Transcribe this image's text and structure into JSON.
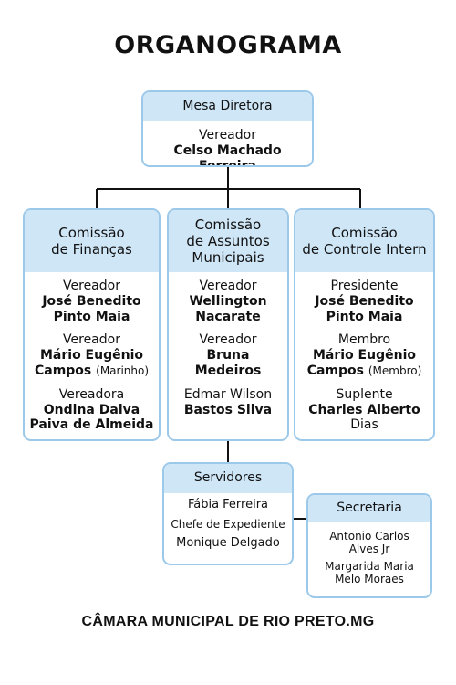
{
  "title": "ORGANOGRAMA",
  "footer": "CÂMARA MUNICIPAL DE RIO PRETO.MG",
  "mesa": {
    "header": "Mesa Diretora",
    "role": "Vereador",
    "name": "Celso Machado Ferreira"
  },
  "financas": {
    "header": [
      "Comissão",
      "de Finanças"
    ],
    "members": [
      {
        "role": "Vereador",
        "name": [
          "José Benedito",
          "Pinto Maia"
        ]
      },
      {
        "role": "Vereador",
        "name": [
          "Mário Eugênio",
          "Campos"
        ],
        "note": "(Marinho)"
      },
      {
        "role": "Vereadora",
        "name": [
          "Ondina Dalva",
          "Paiva de Almeida"
        ]
      }
    ]
  },
  "municipais": {
    "header": [
      "Comissão",
      "de Assuntos",
      "Municipais"
    ],
    "members": [
      {
        "role": "Vereador",
        "name": [
          "Wellington",
          "Nacarate"
        ]
      },
      {
        "role": "Vereador",
        "name": [
          "Bruna",
          "Medeiros"
        ]
      },
      {
        "role": "Edmar Wilson",
        "name": [
          "Bastos Silva"
        ]
      }
    ]
  },
  "controle": {
    "header": [
      "Comissão",
      "de Controle Intern"
    ],
    "members": [
      {
        "role": "Presidente",
        "name": [
          "José Benedito",
          "Pinto Maia"
        ]
      },
      {
        "role": "Membro",
        "name": [
          "Mário Eugênio",
          "Campos"
        ],
        "note": "(Membro)"
      },
      {
        "role": "Suplente",
        "name": [
          "Charles Alberto"
        ],
        "extra": "Dias"
      }
    ]
  },
  "servidores": {
    "header": "Servidores",
    "lines": [
      "Fábia Ferreira",
      "Chefe de Expediente",
      "Monique Delgado"
    ]
  },
  "secretaria": {
    "header": "Secretaria",
    "lines": [
      "Antonio Carlos",
      "Alves Jr",
      "Margarida Maria",
      "Melo Moraes"
    ]
  },
  "colors": {
    "header_bg": "#cfe6f7",
    "border": "#9cc9ea",
    "connector": "#111111"
  }
}
